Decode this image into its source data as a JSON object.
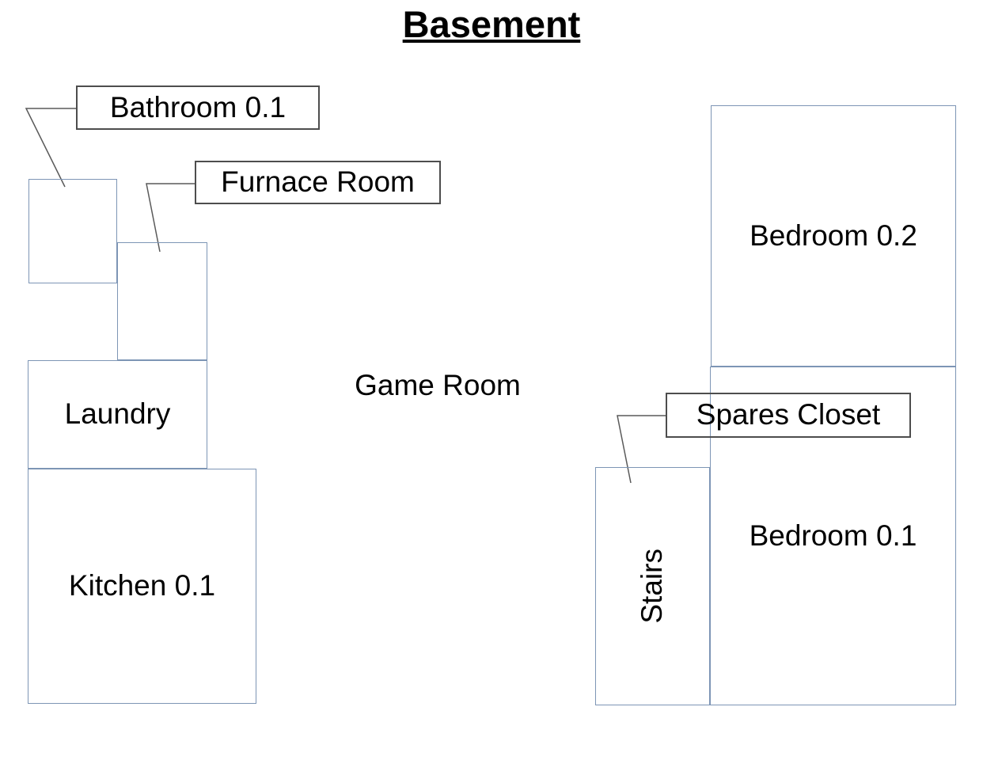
{
  "title": "Basement",
  "rooms": {
    "bathroom": {
      "label": "Bathroom 0.1"
    },
    "furnace_room": {
      "label": "Furnace Room"
    },
    "laundry": {
      "label": "Laundry"
    },
    "kitchen": {
      "label": "Kitchen 0.1"
    },
    "game_room": {
      "label": "Game Room"
    },
    "bedroom_0_2": {
      "label": "Bedroom 0.2"
    },
    "bedroom_0_1": {
      "label": "Bedroom 0.1"
    },
    "stairs": {
      "label": "Stairs"
    },
    "spares_closet": {
      "label": "Spares Closet"
    }
  },
  "colors": {
    "background": "#ffffff",
    "text": "#000000",
    "room_border": "#7d95b5",
    "callout_border": "#4d4d4d",
    "leader_line": "#5a5a5a"
  }
}
